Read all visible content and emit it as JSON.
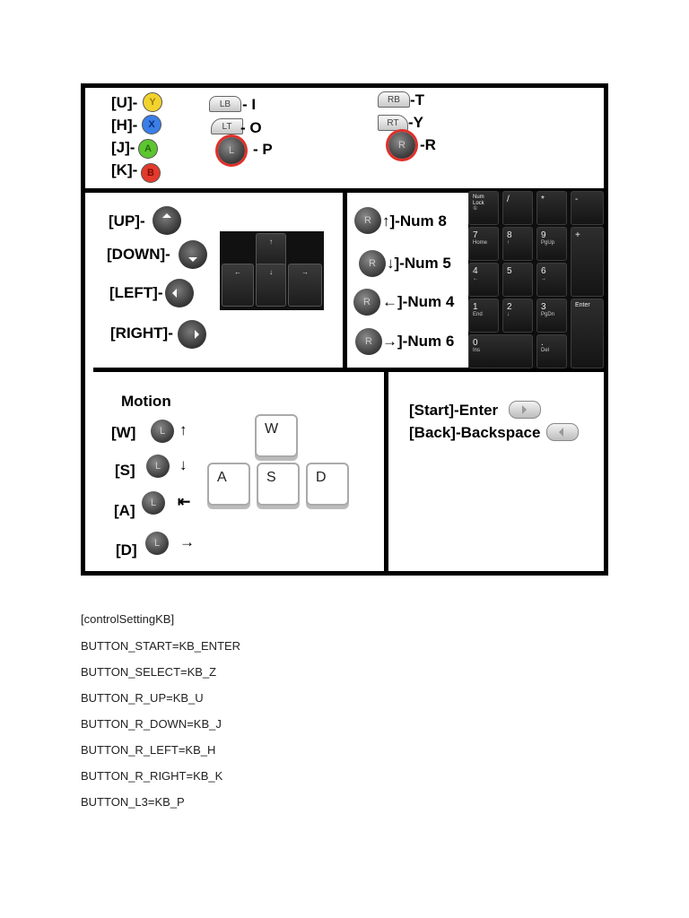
{
  "face_buttons": [
    {
      "key": "[U]-",
      "face": "Y",
      "color": "#f2d22e"
    },
    {
      "key": "[H]-",
      "face": "X",
      "color": "#3a7ee8"
    },
    {
      "key": "[J]-",
      "face": "A",
      "color": "#5cc530"
    },
    {
      "key": "[K]-",
      "face": "B",
      "color": "#e33a2c"
    }
  ],
  "left_triggers": [
    {
      "icon": "LB",
      "key": "- I"
    },
    {
      "icon": "LT",
      "key": "- O"
    },
    {
      "icon": "L",
      "key": "- P"
    }
  ],
  "right_triggers": [
    {
      "icon": "RB",
      "key": "-T"
    },
    {
      "icon": "RT",
      "key": "-Y"
    },
    {
      "icon": "R",
      "key": "-R"
    }
  ],
  "dpad": [
    {
      "key": "[UP]-"
    },
    {
      "key": "[DOWN]-"
    },
    {
      "key": "[LEFT]-"
    },
    {
      "key": "[RIGHT]-"
    }
  ],
  "arrow_keys": {
    "up": "↑",
    "down": "↓",
    "left": "←",
    "right": "→"
  },
  "right_stick": [
    {
      "icon": "R",
      "label": "↑]-Num 8"
    },
    {
      "icon": "R",
      "label": "↓]-Num 5"
    },
    {
      "icon": "R",
      "label": "←]-Num 4"
    },
    {
      "icon": "R",
      "label": "→]-Num 6"
    }
  ],
  "numpad": {
    "numlock": "Num Lock",
    "numlock_sub": "①",
    "slash": "/",
    "star": "*",
    "minus": "-",
    "plus": "+",
    "k7": "7",
    "k7s": "Home",
    "k8": "8",
    "k8s": "↑",
    "k9": "9",
    "k9s": "PgUp",
    "k4": "4",
    "k4s": "←",
    "k5": "5",
    "k6": "6",
    "k6s": "→",
    "k1": "1",
    "k1s": "End",
    "k2": "2",
    "k2s": "↓",
    "k3": "3",
    "k3s": "PgDn",
    "enter": "Enter",
    "k0": "0",
    "k0s": "Ins",
    "dot": ".",
    "dots": "Del"
  },
  "motion": {
    "title": "Motion",
    "rows": [
      {
        "key": "[W]",
        "icon": "L",
        "arrow": "↑"
      },
      {
        "key": "[S]",
        "icon": "L",
        "arrow": "↓"
      },
      {
        "key": "[A]",
        "icon": "L",
        "arrow": "⇤"
      },
      {
        "key": "[D]",
        "icon": "L",
        "arrow": "→"
      }
    ],
    "keys": {
      "w": "W",
      "a": "A",
      "s": "S",
      "d": "D"
    }
  },
  "start_back": {
    "start": "[Start]-Enter",
    "back": "[Back]-Backspace"
  },
  "config_lines": [
    "[controlSettingKB]",
    "BUTTON_START=KB_ENTER",
    "BUTTON_SELECT=KB_Z",
    "BUTTON_R_UP=KB_U",
    "BUTTON_R_DOWN=KB_J",
    "BUTTON_R_LEFT=KB_H",
    "BUTTON_R_RIGHT=KB_K",
    "BUTTON_L3=KB_P"
  ]
}
